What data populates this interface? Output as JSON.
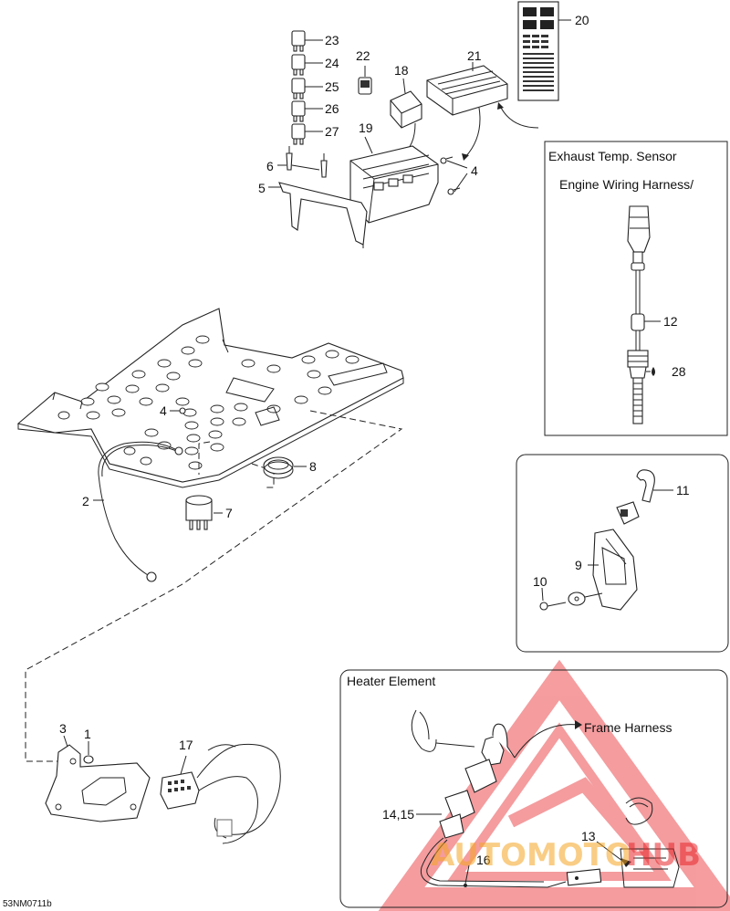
{
  "callouts": {
    "c1": "1",
    "c2": "2",
    "c3": "3",
    "c4a": "4",
    "c4b": "4",
    "c5": "5",
    "c6": "6",
    "c7": "7",
    "c8": "8",
    "c9": "9",
    "c10": "10",
    "c11": "11",
    "c12": "12",
    "c13": "13",
    "c14": "14,15",
    "c16": "16",
    "c17": "17",
    "c18": "18",
    "c19": "19",
    "c20": "20",
    "c21": "21",
    "c22": "22",
    "c23": "23",
    "c24": "24",
    "c25": "25",
    "c26": "26",
    "c27": "27",
    "c28": "28"
  },
  "boxes": {
    "exhaust_title": "Exhaust Temp. Sensor",
    "exhaust_subtitle": "Engine Wiring Harness/",
    "heater_title": "Heater Element",
    "heater_frame_harness": "Frame Harness"
  },
  "drawing_code": "53NM0711b",
  "watermark": {
    "text_left": "AUTOMOTO",
    "text_right": "HUB",
    "color_red": "#e8262b",
    "color_orange": "#f5a623"
  }
}
